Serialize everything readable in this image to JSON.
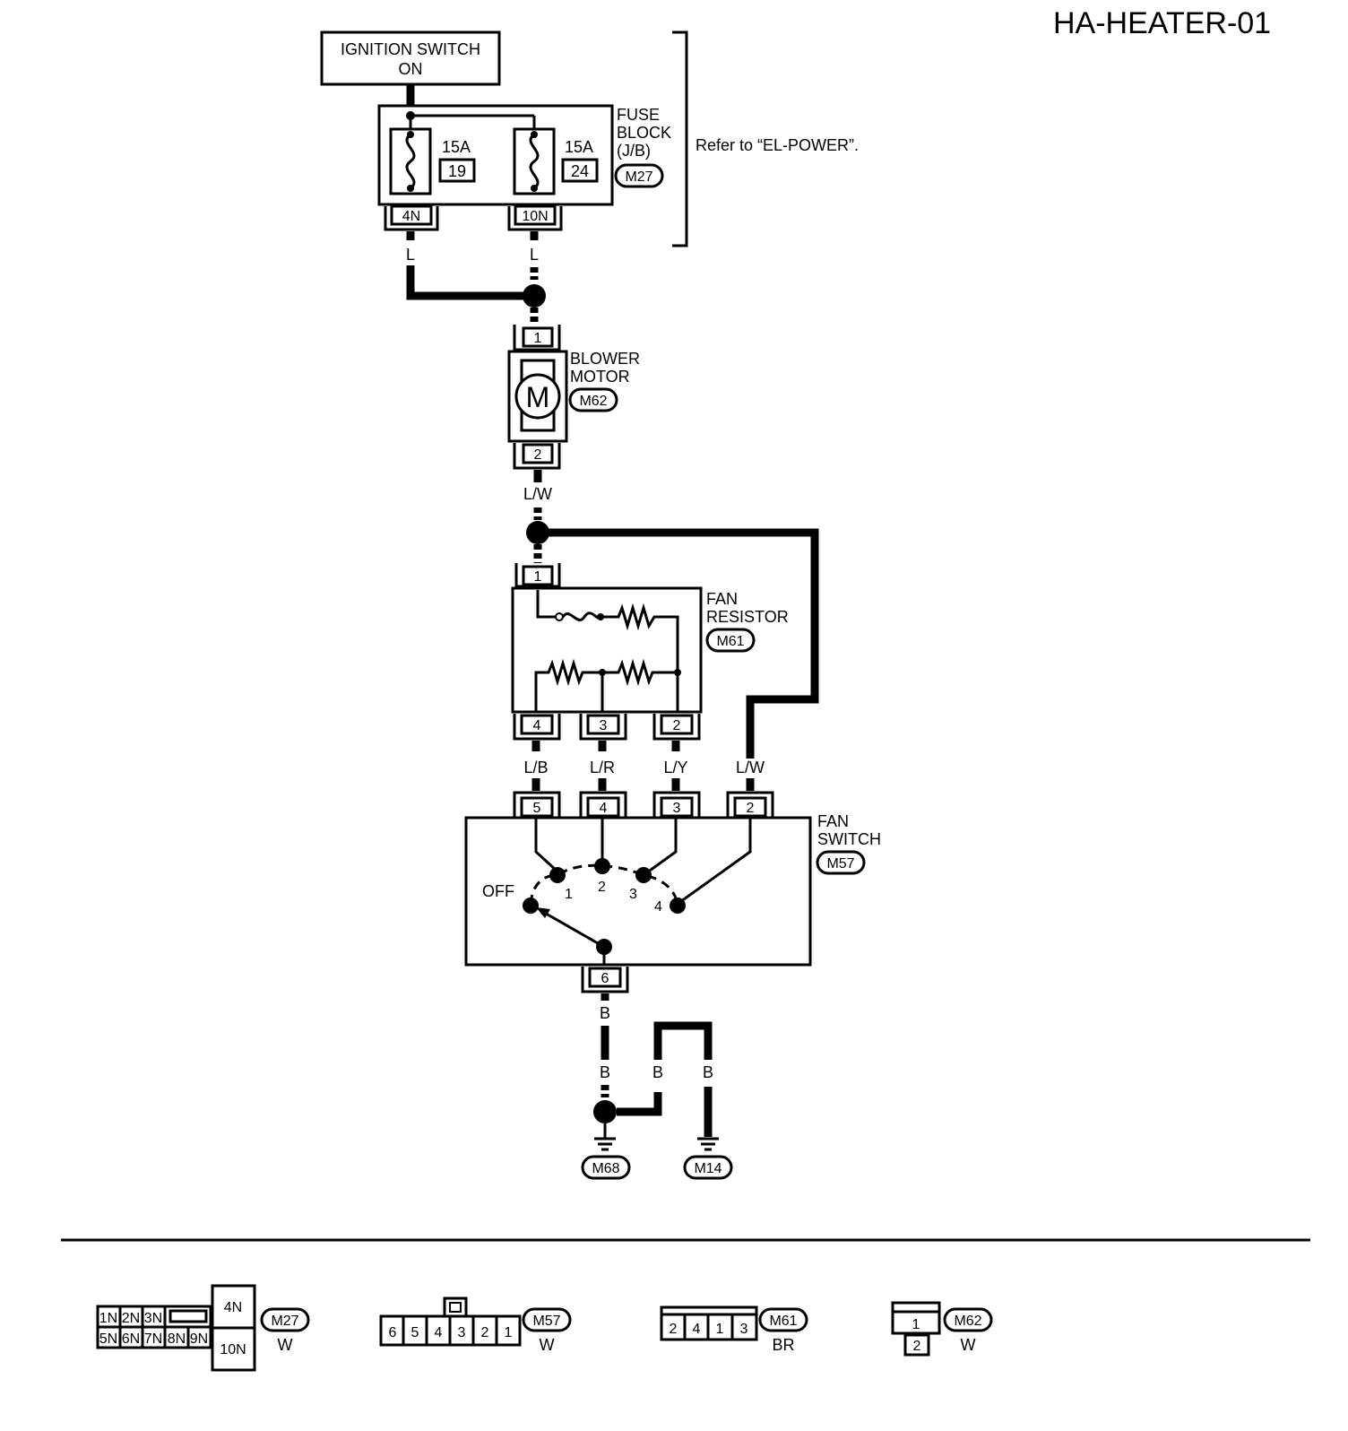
{
  "page": {
    "title": "HA-HEATER-01"
  },
  "ignition": {
    "line1": "IGNITION SWITCH",
    "line2": "ON"
  },
  "fuse_block": {
    "label_lines": [
      "FUSE",
      "BLOCK",
      "(J/B)"
    ],
    "connector": "M27",
    "fuses": [
      {
        "amps": "15A",
        "number": "19",
        "terminal": "4N"
      },
      {
        "amps": "15A",
        "number": "24",
        "terminal": "10N"
      }
    ],
    "reference": "Refer to “EL-POWER”."
  },
  "wires": {
    "fuse_left": "L",
    "fuse_right": "L",
    "motor_out": "L/W",
    "switch_feed": "L/W",
    "resistor_4": "L/B",
    "resistor_3": "L/R",
    "resistor_2": "L/Y",
    "ground_1": "B",
    "ground_2": "B",
    "ground_3": "B",
    "ground_4": "B"
  },
  "blower_motor": {
    "label_lines": [
      "BLOWER",
      "MOTOR"
    ],
    "connector": "M62",
    "symbol": "M",
    "pins": [
      "1",
      "2"
    ]
  },
  "fan_resistor": {
    "label_lines": [
      "FAN",
      "RESISTOR"
    ],
    "connector": "M61",
    "pins": [
      "1",
      "4",
      "3",
      "2"
    ]
  },
  "fan_switch": {
    "label_lines": [
      "FAN",
      "SWITCH"
    ],
    "connector": "M57",
    "pins": [
      "5",
      "4",
      "3",
      "2",
      "6"
    ],
    "positions": [
      "OFF",
      "1",
      "2",
      "3",
      "4"
    ]
  },
  "grounds": [
    "M68",
    "M14"
  ],
  "connector_views": [
    {
      "id": "M27",
      "color": "W",
      "top_row": [
        "1N",
        "2N",
        "3N",
        "",
        "4N"
      ],
      "bottom_row": [
        "5N",
        "6N",
        "7N",
        "8N",
        "9N",
        "10N"
      ]
    },
    {
      "id": "M57",
      "color": "W",
      "pins": [
        "6",
        "5",
        "4",
        "3",
        "2",
        "1"
      ]
    },
    {
      "id": "M61",
      "color": "BR",
      "pins": [
        "2",
        "4",
        "1",
        "3"
      ]
    },
    {
      "id": "M62",
      "color": "W",
      "pins": [
        "1",
        "2"
      ]
    }
  ]
}
